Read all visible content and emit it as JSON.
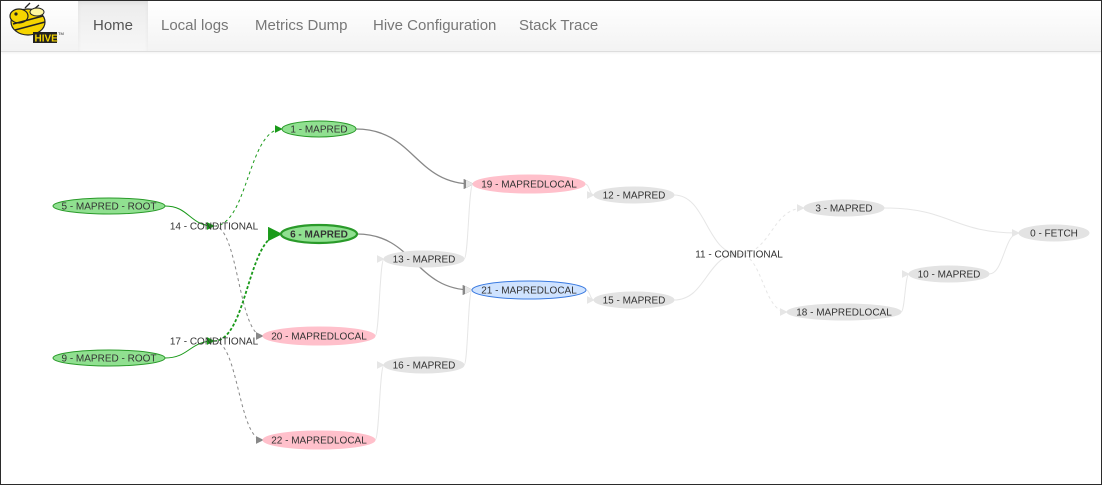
{
  "navbar": {
    "brand": "HIVE",
    "tabs": [
      {
        "label": "Home",
        "active": true
      },
      {
        "label": "Local logs",
        "active": false
      },
      {
        "label": "Metrics Dump",
        "active": false
      },
      {
        "label": "Hive Configuration",
        "active": false
      },
      {
        "label": "Stack Trace",
        "active": false
      }
    ]
  },
  "colors": {
    "green_fill": "#90e090",
    "green_stroke": "#2a9a2a",
    "pink_fill": "#ffc0cb",
    "blue_fill": "#cfe3ff",
    "blue_stroke": "#3a7ae0",
    "gray_fill": "#e3e3e3",
    "edge_dark": "#888888",
    "edge_light": "#e6e6e6",
    "edge_green": "#1a9a1a"
  },
  "stage_graph": {
    "nodes": [
      {
        "id": "n1",
        "label": "1 - MAPRED",
        "state": "success"
      },
      {
        "id": "n5",
        "label": "5 - MAPRED - ROOT",
        "state": "success"
      },
      {
        "id": "n14",
        "label": "14 - CONDITIONAL",
        "state": "conditional"
      },
      {
        "id": "n6",
        "label": "6 - MAPRED",
        "state": "running"
      },
      {
        "id": "n9",
        "label": "9 - MAPRED - ROOT",
        "state": "success"
      },
      {
        "id": "n17",
        "label": "17 - CONDITIONAL",
        "state": "conditional"
      },
      {
        "id": "n20",
        "label": "20 - MAPREDLOCAL",
        "state": "failed"
      },
      {
        "id": "n22",
        "label": "22 - MAPREDLOCAL",
        "state": "failed"
      },
      {
        "id": "n19",
        "label": "19 - MAPREDLOCAL",
        "state": "failed"
      },
      {
        "id": "n13",
        "label": "13 - MAPRED",
        "state": "pending"
      },
      {
        "id": "n16",
        "label": "16 - MAPRED",
        "state": "pending"
      },
      {
        "id": "n21",
        "label": "21 - MAPREDLOCAL",
        "state": "selected"
      },
      {
        "id": "n12",
        "label": "12 - MAPRED",
        "state": "pending"
      },
      {
        "id": "n15",
        "label": "15 - MAPRED",
        "state": "pending"
      },
      {
        "id": "n11",
        "label": "11 - CONDITIONAL",
        "state": "conditional"
      },
      {
        "id": "n3",
        "label": "3 - MAPRED",
        "state": "pending"
      },
      {
        "id": "n18",
        "label": "18 - MAPREDLOCAL",
        "state": "pending"
      },
      {
        "id": "n10",
        "label": "10 - MAPRED",
        "state": "pending"
      },
      {
        "id": "n0",
        "label": "0 - FETCH",
        "state": "pending"
      }
    ],
    "edges": [
      {
        "from": "n5",
        "to": "n14",
        "style": "green"
      },
      {
        "from": "n9",
        "to": "n17",
        "style": "green"
      },
      {
        "from": "n14",
        "to": "n1",
        "style": "dashed-green"
      },
      {
        "from": "n14",
        "to": "n20",
        "style": "dashed-dark"
      },
      {
        "from": "n17",
        "to": "n6",
        "style": "dashed-green-bold"
      },
      {
        "from": "n17",
        "to": "n22",
        "style": "dashed-dark"
      },
      {
        "from": "n1",
        "to": "n19",
        "style": "dark"
      },
      {
        "from": "n6",
        "to": "n21",
        "style": "dark"
      },
      {
        "from": "n20",
        "to": "n13",
        "style": "light"
      },
      {
        "from": "n13",
        "to": "n19",
        "style": "light"
      },
      {
        "from": "n22",
        "to": "n16",
        "style": "light"
      },
      {
        "from": "n16",
        "to": "n21",
        "style": "light"
      },
      {
        "from": "n19",
        "to": "n12",
        "style": "light"
      },
      {
        "from": "n21",
        "to": "n15",
        "style": "light"
      },
      {
        "from": "n12",
        "to": "n11",
        "style": "light"
      },
      {
        "from": "n15",
        "to": "n11",
        "style": "light"
      },
      {
        "from": "n11",
        "to": "n3",
        "style": "dashed-light"
      },
      {
        "from": "n11",
        "to": "n18",
        "style": "dashed-light"
      },
      {
        "from": "n18",
        "to": "n10",
        "style": "light"
      },
      {
        "from": "n10",
        "to": "n0",
        "style": "light"
      },
      {
        "from": "n3",
        "to": "n0",
        "style": "light"
      }
    ]
  }
}
